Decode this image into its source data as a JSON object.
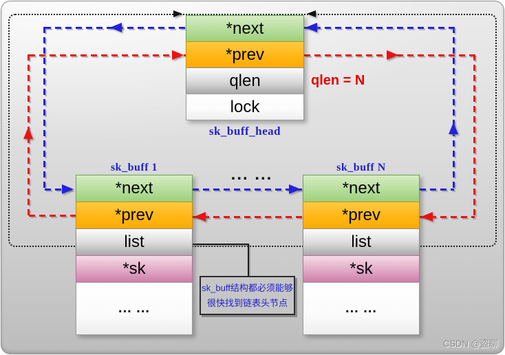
{
  "diagram": {
    "head": {
      "label": "sk_buff_head",
      "rows": [
        "*next",
        "*prev",
        "qlen",
        "lock"
      ]
    },
    "qlen_note": "qlen = N",
    "mid_ellipsis": "... ...",
    "node1": {
      "label": "sk_buff 1",
      "rows": [
        "*next",
        "*prev",
        "list",
        "*sk",
        "... ..."
      ]
    },
    "nodeN": {
      "label": "sk_buff N",
      "rows": [
        "*next",
        "*prev",
        "list",
        "*sk",
        "... ..."
      ]
    },
    "note": {
      "line1": "sk_buff结构都必须能够",
      "line2": "很快找到链表头节点"
    },
    "watermark": "CSDN @盗聊",
    "colors": {
      "next_row_green": "#a9d68c",
      "prev_row_orange": "#ffb312",
      "neutral_row_gray": "#c9c9c9",
      "sk_row_pink": "#d795b4",
      "label_blue": "#2222cc",
      "next_link_blue": "#2222dd",
      "prev_link_red": "#ee1111",
      "qlen_note_red": "#e60000"
    }
  }
}
